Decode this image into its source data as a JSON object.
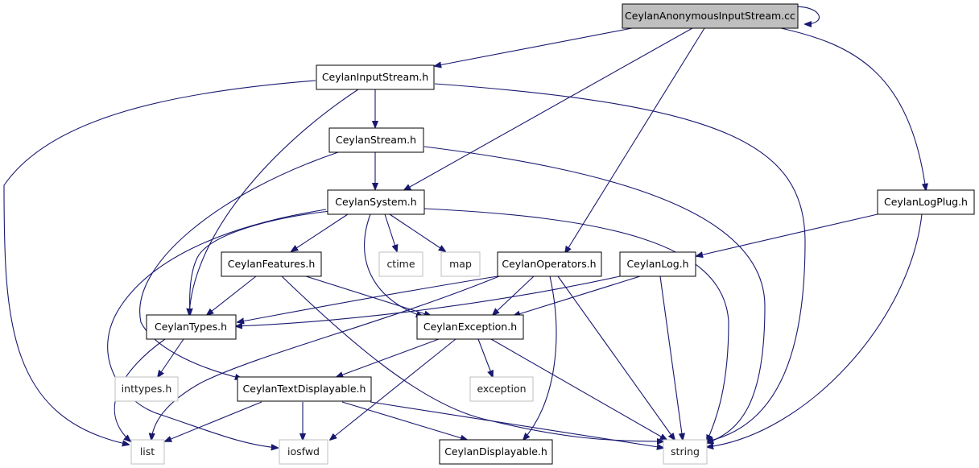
{
  "colors": {
    "edge": "#191970",
    "node_border": "#000000",
    "system_border": "#bfbfbf",
    "root_fill": "#bfbfbf",
    "fill": "#ffffff"
  },
  "nodes": {
    "root": "CeylanAnonymousInputStream.cc",
    "input_stream": "CeylanInputStream.h",
    "stream": "CeylanStream.h",
    "system": "CeylanSystem.h",
    "log_plug": "CeylanLogPlug.h",
    "features": "CeylanFeatures.h",
    "ctime": "ctime",
    "map": "map",
    "operators": "CeylanOperators.h",
    "log": "CeylanLog.h",
    "types": "CeylanTypes.h",
    "exception": "CeylanException.h",
    "inttypes": "inttypes.h",
    "text_displayable": "CeylanTextDisplayable.h",
    "std_exception": "exception",
    "list": "list",
    "iosfwd": "iosfwd",
    "displayable": "CeylanDisplayable.h",
    "string": "string"
  }
}
